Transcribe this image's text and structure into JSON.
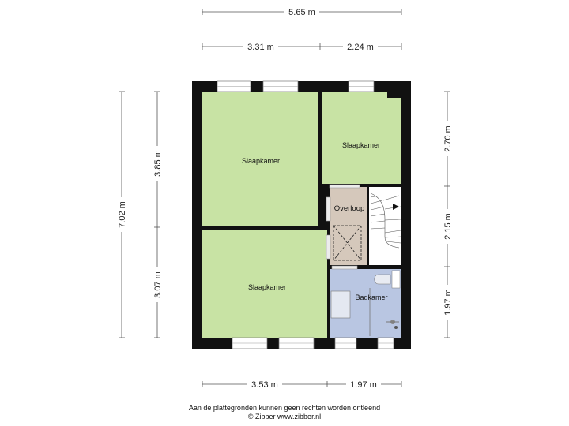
{
  "dimensions": {
    "top_total": "5.65 m",
    "top_left": "3.31 m",
    "top_right": "2.24 m",
    "left_total": "7.02 m",
    "left_upper": "3.85 m",
    "left_lower": "3.07 m",
    "right_top": "2.70 m",
    "right_mid": "2.15 m",
    "right_bottom": "1.97 m",
    "bottom_left": "3.53 m",
    "bottom_right": "1.97 m"
  },
  "rooms": {
    "bedroom_top_left": "Slaapkamer",
    "bedroom_top_right": "Slaapkamer",
    "bedroom_bottom_left": "Slaapkamer",
    "landing": "Overloop",
    "bathroom": "Badkamer"
  },
  "colors": {
    "bedroom": "#c8e3a4",
    "landing": "#d5c8bb",
    "bathroom": "#b9c6e2",
    "wall": "#111111"
  },
  "footer": {
    "disclaimer": "Aan de plattegronden kunnen geen rechten worden ontleend",
    "credit": "© Zibber www.zibber.nl"
  }
}
